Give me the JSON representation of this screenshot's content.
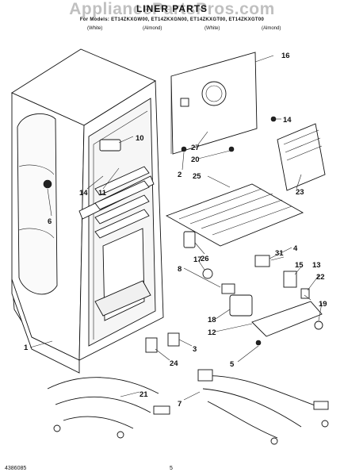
{
  "header": {
    "watermark": "AppliancePartsPros.com",
    "title": "LINER PARTS",
    "models": "For Models: ET14ZKXGW00, ET14ZKXGN00, ET14ZKXGT00, ET14ZKXGT00",
    "colors": [
      "(White)",
      "(Almond)",
      "(White)",
      "(Almond)"
    ]
  },
  "callouts": [
    "16",
    "10",
    "14",
    "27",
    "20",
    "2",
    "25",
    "23",
    "6",
    "14",
    "11",
    "4",
    "31",
    "26",
    "17",
    "8",
    "15",
    "13",
    "22",
    "18",
    "12",
    "19",
    "1",
    "5",
    "3",
    "24",
    "21",
    "7"
  ],
  "footer": {
    "doc_number": "4386085",
    "page_number": "5"
  }
}
